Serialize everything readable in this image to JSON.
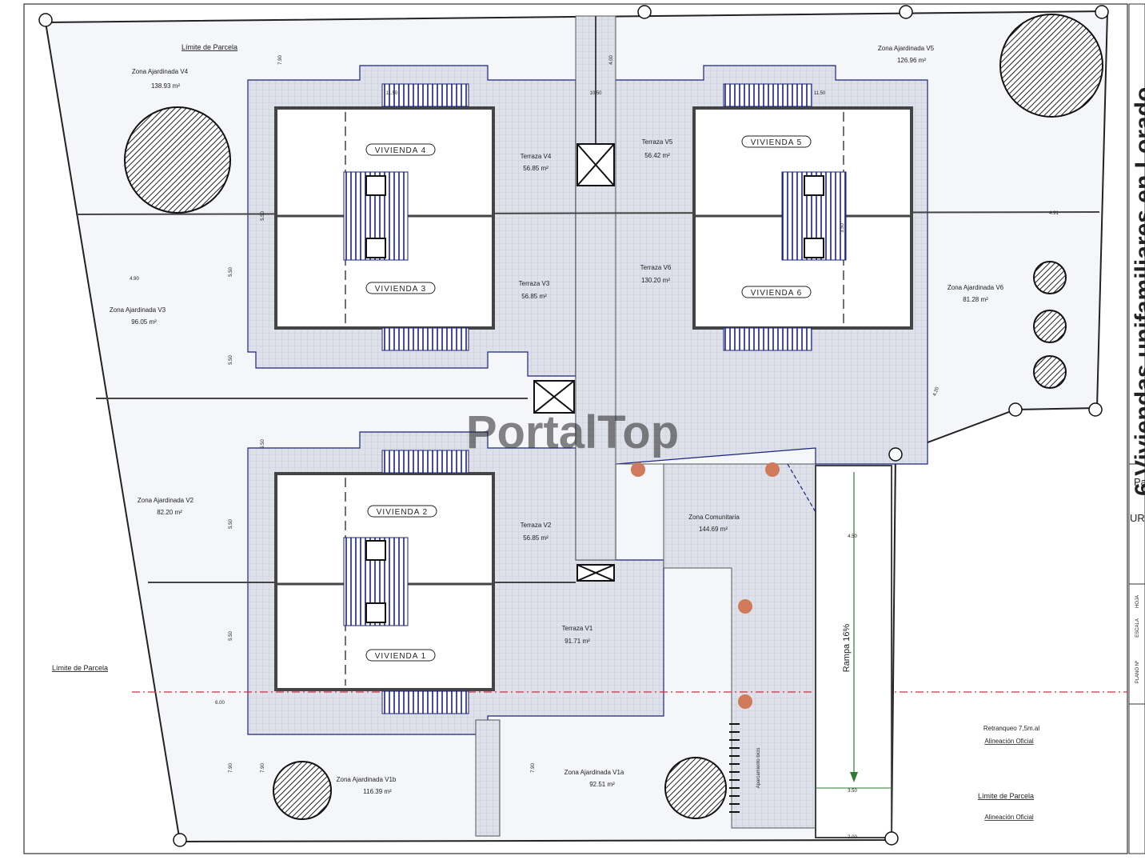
{
  "colors": {
    "paving": "#dfe1ea",
    "grid": "#b9bfd0",
    "wall": "#444444",
    "blue": "#1a237e",
    "tree": "#222222",
    "marker": "#d07a5a",
    "property_line": "#cc3344"
  },
  "title_vertical": "6 Viviendas unifamiliares en Lorado",
  "watermark": "PortalTop",
  "side_panel": {
    "line1": "Pa",
    "line2": "UR",
    "legend1": "PLANO Nº",
    "legend2": "ESCALA",
    "legend3": "HOJA"
  },
  "labels": {
    "limite_parcela_top": "Límite de Parcela",
    "limite_parcela_left": "Límite de Parcela",
    "limite_parcela_bottom": "Límite de Parcela",
    "alineacion_oficial_bottom": "Alineación Oficial",
    "retranqueo": "Retranqueo 7,5m.al",
    "alineacion_oficial_right": "Alineación Oficial",
    "rampa": "Rampa 16%",
    "aparcamiento": "Aparcamiento bicis"
  },
  "viviendas": [
    "VIVIENDA 1",
    "VIVIENDA 2",
    "VIVIENDA 3",
    "VIVIENDA 4",
    "VIVIENDA 5",
    "VIVIENDA 6"
  ],
  "zones": {
    "v4": {
      "name": "Zona Ajardinada V4",
      "area": "138.93 m²"
    },
    "v5": {
      "name": "Zona Ajardinada V5",
      "area": "126.96 m²"
    },
    "v3": {
      "name": "Zona Ajardinada V3",
      "area": "96.05 m²"
    },
    "v6": {
      "name": "Zona Ajardinada V6",
      "area": "81.28 m²"
    },
    "v2": {
      "name": "Zona Ajardinada V2",
      "area": "82.20 m²"
    },
    "v1b": {
      "name": "Zona Ajardinada V1b",
      "area": "116.39 m²"
    },
    "v1a": {
      "name": "Zona Ajardinada V1a",
      "area": "92.51 m²"
    },
    "comunitaria": {
      "name": "Zona Comunitaria",
      "area": "144.69 m²"
    }
  },
  "terraces": {
    "t4": {
      "name": "Terraza V4",
      "area": "56.85 m²"
    },
    "t5": {
      "name": "Terraza V5",
      "area": "56.42 m²"
    },
    "t3": {
      "name": "Terraza V3",
      "area": "56.85 m²"
    },
    "t6": {
      "name": "Terraza V6",
      "area": "130.20 m²"
    },
    "t2": {
      "name": "Terraza V2",
      "area": "56.85 m²"
    },
    "t1": {
      "name": "Terraza V1",
      "area": "91.71 m²"
    }
  },
  "dimensions": {
    "d_top_a": "11.50",
    "d_top_b": "10.50",
    "d_top_c": "11.50",
    "d_top_gap": "4.00",
    "d_left_diag": "4.90",
    "d_right_a": "4.91",
    "d_right_diag": "4.20",
    "d_ramp": "4.50",
    "d_bottom_left": "6.00",
    "d_ramp_bottom": "3.50",
    "d_corner": "2.00",
    "d_v1": "7.90",
    "d_v2": "7.90",
    "d_v3": "7.90",
    "d_v4": "5.50",
    "d_v5": "5.50",
    "d_v6": "5.50",
    "d_v7": "5.50",
    "d_v8": "5.50",
    "d_v9": "7.90",
    "d_v10": "3.50",
    "d_v11": "5.50"
  }
}
